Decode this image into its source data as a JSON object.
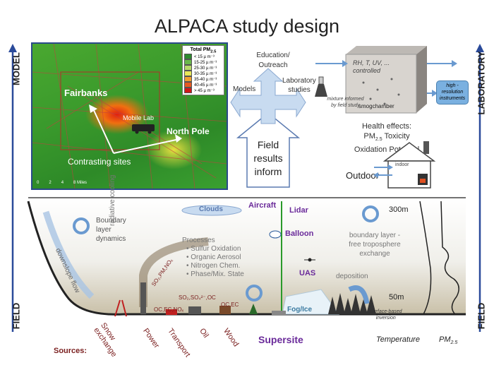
{
  "title": "ALPACA study design",
  "axes": {
    "model": "MODEL",
    "field_left": "FIELD",
    "laboratory": "LABORATORY",
    "field_right": "FIELD"
  },
  "map": {
    "legend_title": "Total PM",
    "legend_title_sub": "2.5",
    "legend": [
      {
        "label": "< 15 µ m⁻³",
        "color": "#2e8a2e"
      },
      {
        "label": "15-25 µ m⁻³",
        "color": "#6ab84a"
      },
      {
        "label": "25-30 µ m⁻³",
        "color": "#b6d86a"
      },
      {
        "label": "30-35 µ m⁻³",
        "color": "#e8e85a"
      },
      {
        "label": "35-40 µ m⁻³",
        "color": "#f0a030"
      },
      {
        "label": "40-45 µ m⁻³",
        "color": "#e85a20"
      },
      {
        "label": "> 45 µ m⁻³",
        "color": "#d01818"
      }
    ],
    "fairbanks": "Fairbanks",
    "mobile_lab": "Mobile Lab",
    "north_pole": "North Pole",
    "contrasting": "Contrasting sites",
    "scale": [
      "0",
      "2",
      "4",
      "8 Miles"
    ]
  },
  "center": {
    "education": "Education/",
    "outreach": "Outreach",
    "models": "Models",
    "laboratory": "Laboratory",
    "studies": "studies",
    "field_results": [
      "Field",
      "results",
      "inform"
    ]
  },
  "lab": {
    "chamber_text1": "RH, T, UV, ...",
    "chamber_text2": "controlled",
    "smogchamber": "smogchamber",
    "instruments": [
      "high -",
      "resolution",
      "instruments"
    ],
    "mixture": [
      "mixture informed",
      "by field study"
    ],
    "health": "Health effects:",
    "pm_toxicity": "PM",
    "pm_sub": "2.5",
    "toxicity": " Toxicity",
    "oxidation": "Oxidation Potential",
    "indoor": "indoor",
    "outdoor": "Outdoor"
  },
  "field": {
    "boundary": [
      "Boundary",
      "layer",
      "dynamics"
    ],
    "radiative": "radiative cooling",
    "downslope": "downslope flow",
    "clouds": "Clouds",
    "aircraft": "Aircraft",
    "lidar": "Lidar",
    "balloon": "Balloon",
    "uas": "UAS",
    "h300": "300m",
    "h50": "50m",
    "bl_exchange": [
      "boundary layer -",
      "free troposphere",
      "exchange"
    ],
    "deposition": "deposition",
    "processes_title": "Processes",
    "processes": [
      "Sulfur Oxidation",
      "Organic Aerosol",
      "Nitrogen Chem.",
      "Phase/Mix. State"
    ],
    "so2": "SO₂,PM,NOₓ",
    "so2b": "SO₂,SO₄²⁻,OC",
    "ocec1": "OC,EC,NOₓ",
    "ocec2": "OC,EC",
    "fog": "Fog/Ice",
    "surface": [
      "Surface-based",
      "inversion"
    ],
    "supersite": "Supersite",
    "temperature": "Temperature",
    "pm": "PM",
    "pm_sub": "2.5",
    "sources_label": "Sources:",
    "sources": [
      "Snow exchange",
      "Power",
      "Transport",
      "Oil",
      "Wood"
    ]
  }
}
